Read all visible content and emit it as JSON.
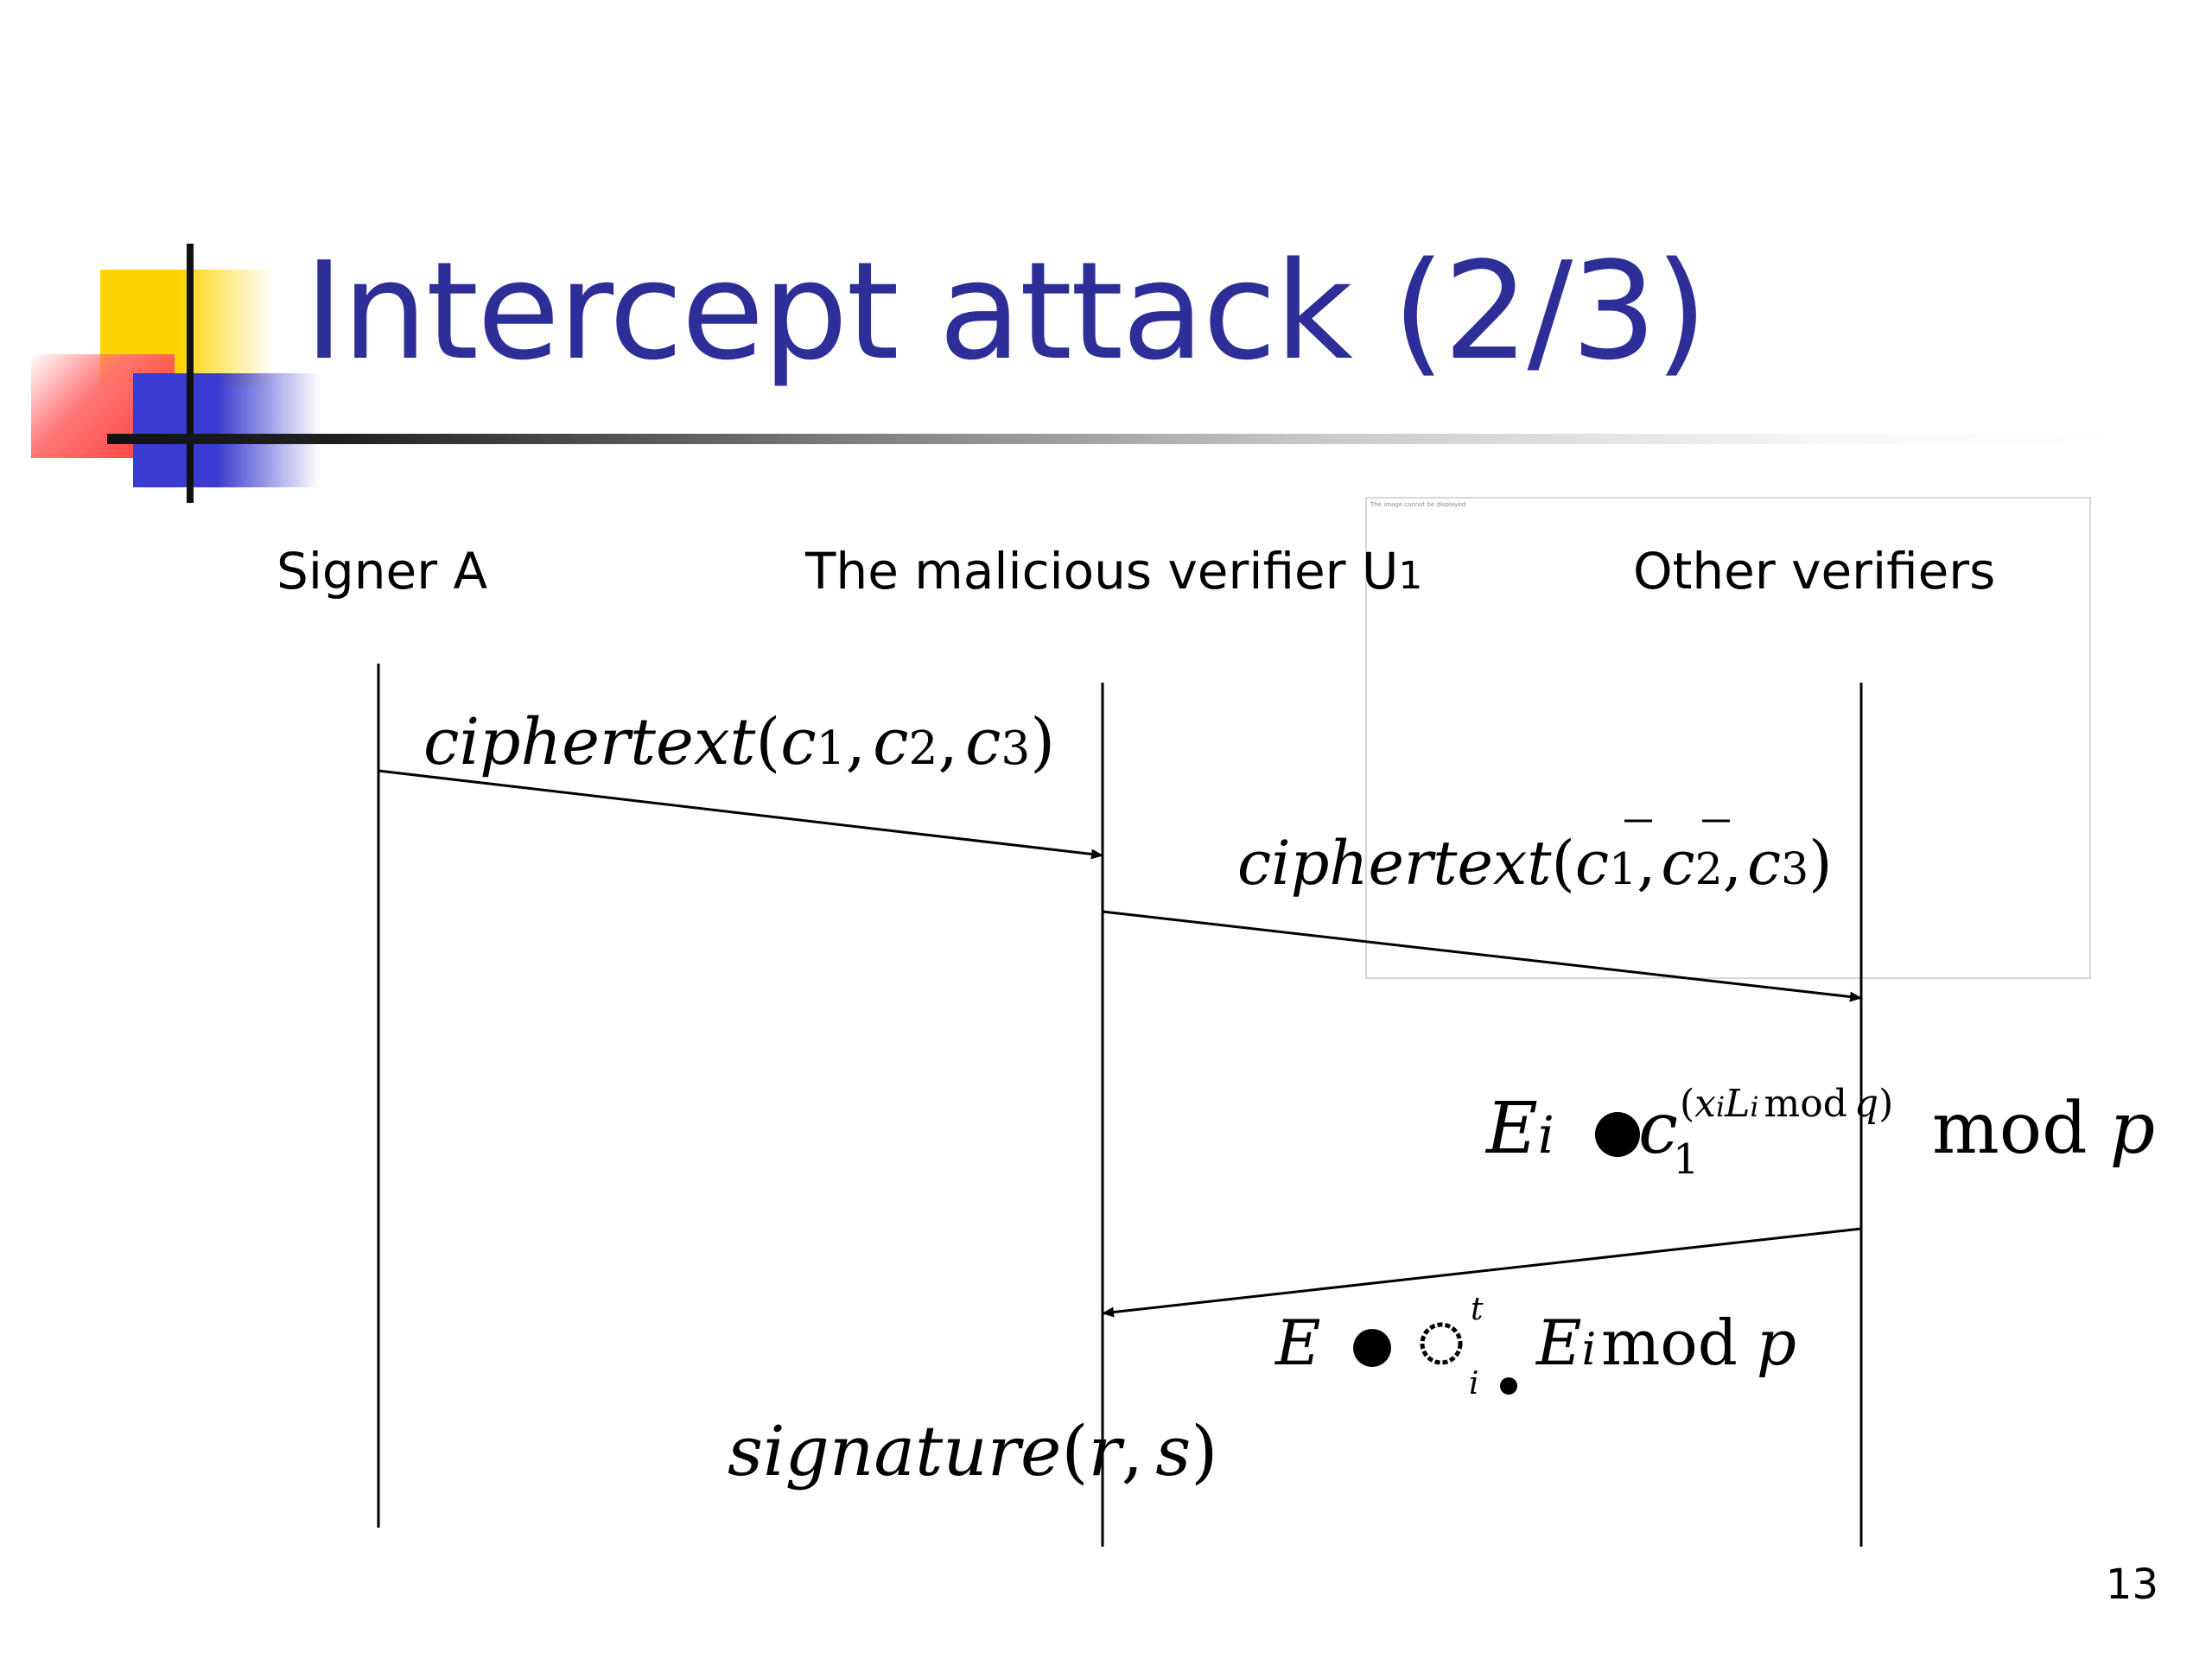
{
  "slide": {
    "title": "Intercept attack (2/3)",
    "page_number": "13"
  },
  "actors": {
    "signer": "Signer A",
    "malicious_verifier": "The malicious verifier U",
    "malicious_verifier_sub": "1",
    "other_verifiers": "Other verifiers"
  },
  "messages": {
    "msg1": {
      "fn": "ciphertext",
      "open": "(",
      "c1": "c",
      "c1_sub": "1",
      "c2": "c",
      "c2_sub": "2",
      "c3": "c",
      "c3_sub": "3",
      "comma": ",",
      "close": ")"
    },
    "msg2": {
      "fn": "ciphertext",
      "open": "(",
      "c1": "c",
      "c1_sub": "1",
      "c2": "c",
      "c2_sub": "2",
      "c3": "c",
      "c3_sub": "3",
      "comma": ",",
      "close": ")",
      "bar": "–"
    },
    "eq_ei": {
      "E": "E",
      "E_sub": "i",
      "c": "c",
      "c_sub": "1",
      "exp_open": "(",
      "exp_x": "x",
      "exp_x_sub": "i",
      "exp_L": "L",
      "exp_L_sub": "i",
      "exp_mod": "mod",
      "exp_q": "q",
      "exp_close": ")",
      "mod": "mod",
      "p": "p"
    },
    "eq_e": {
      "E": "E",
      "prod_t": "t",
      "prod_i": "i",
      "E2": "E",
      "E2_sub": "i",
      "mod": "mod",
      "p": "p"
    },
    "signature": {
      "fn": "signature",
      "open": "(",
      "r": "r",
      "comma": ",",
      "s": "s",
      "close": ")"
    }
  },
  "overlay_note": "The image cannot be displayed"
}
